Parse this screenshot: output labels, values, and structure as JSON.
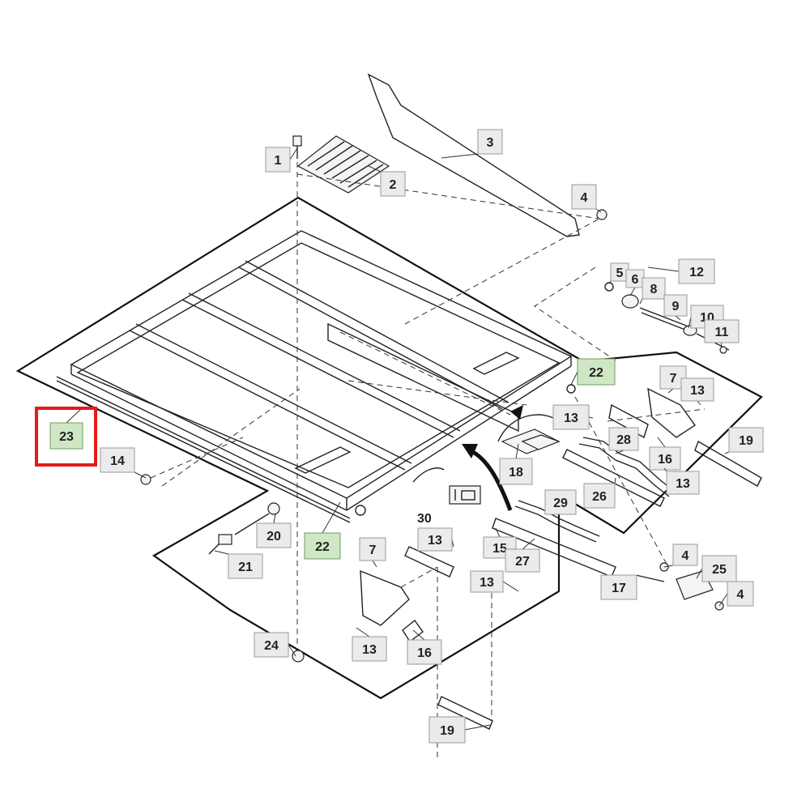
{
  "callouts": [
    {
      "id": "c1",
      "label": "1",
      "highlight": false
    },
    {
      "id": "c2",
      "label": "2",
      "highlight": false
    },
    {
      "id": "c3",
      "label": "3",
      "highlight": false
    },
    {
      "id": "c4a",
      "label": "4",
      "highlight": false
    },
    {
      "id": "c5",
      "label": "5",
      "highlight": false
    },
    {
      "id": "c6",
      "label": "6",
      "highlight": false
    },
    {
      "id": "c8",
      "label": "8",
      "highlight": false
    },
    {
      "id": "c12",
      "label": "12",
      "highlight": false
    },
    {
      "id": "c9",
      "label": "9",
      "highlight": false
    },
    {
      "id": "c10",
      "label": "10",
      "highlight": false
    },
    {
      "id": "c11",
      "label": "11",
      "highlight": false
    },
    {
      "id": "c22a",
      "label": "22",
      "highlight": true
    },
    {
      "id": "c7a",
      "label": "7",
      "highlight": false
    },
    {
      "id": "c13a",
      "label": "13",
      "highlight": false
    },
    {
      "id": "c13b",
      "label": "13",
      "highlight": false
    },
    {
      "id": "c23",
      "label": "23",
      "highlight": true
    },
    {
      "id": "c28",
      "label": "28",
      "highlight": false
    },
    {
      "id": "c16a",
      "label": "16",
      "highlight": false
    },
    {
      "id": "c19a",
      "label": "19",
      "highlight": false
    },
    {
      "id": "c14",
      "label": "14",
      "highlight": false
    },
    {
      "id": "c18",
      "label": "18",
      "highlight": false
    },
    {
      "id": "c26",
      "label": "26",
      "highlight": false
    },
    {
      "id": "c13c",
      "label": "13",
      "highlight": false
    },
    {
      "id": "c29",
      "label": "29",
      "highlight": false
    },
    {
      "id": "c20",
      "label": "20",
      "highlight": false
    },
    {
      "id": "c13d",
      "label": "13",
      "highlight": false
    },
    {
      "id": "c22b",
      "label": "22",
      "highlight": true
    },
    {
      "id": "c15",
      "label": "15",
      "highlight": false
    },
    {
      "id": "c27",
      "label": "27",
      "highlight": false
    },
    {
      "id": "c7b",
      "label": "7",
      "highlight": false
    },
    {
      "id": "c21",
      "label": "21",
      "highlight": false
    },
    {
      "id": "c4b",
      "label": "4",
      "highlight": false
    },
    {
      "id": "c25",
      "label": "25",
      "highlight": false
    },
    {
      "id": "c17",
      "label": "17",
      "highlight": false
    },
    {
      "id": "c13e",
      "label": "13",
      "highlight": false
    },
    {
      "id": "c4c",
      "label": "4",
      "highlight": false
    },
    {
      "id": "c24",
      "label": "24",
      "highlight": false
    },
    {
      "id": "c13f",
      "label": "13",
      "highlight": false
    },
    {
      "id": "c16b",
      "label": "16",
      "highlight": false
    },
    {
      "id": "c19b",
      "label": "19",
      "highlight": false
    }
  ],
  "note_label": "30",
  "selected_callout": "23",
  "colors": {
    "callout_fill": "#ebebeb",
    "highlight_fill": "#cfe7c5",
    "selection_frame": "#e41b1b"
  }
}
